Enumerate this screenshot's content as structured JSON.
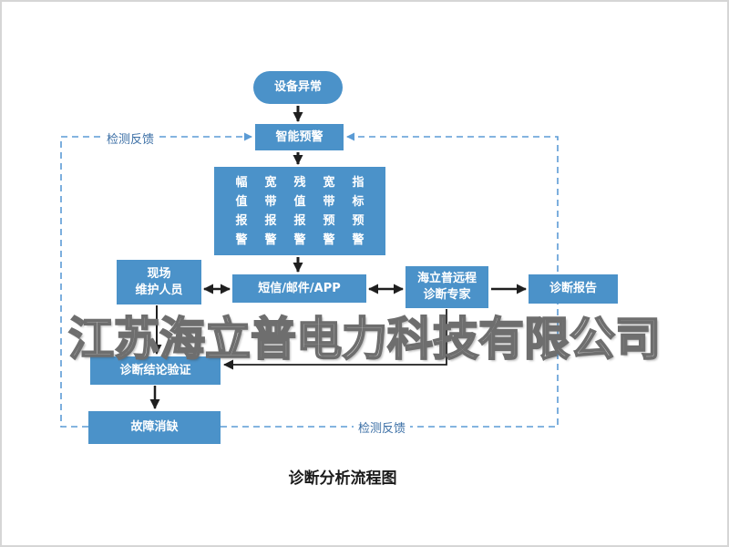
{
  "title": "诊断分析流程图",
  "watermark": "江苏海立普电力科技有限公司",
  "nodes": {
    "device_abnormal": "设备异常",
    "smart_warning": "智能预警",
    "alarm_types": [
      "幅值报警",
      "宽带报警",
      "残值报警",
      "宽带预警",
      "指标预警"
    ],
    "notification": "短信/邮件/APP",
    "site_staff": {
      "line1": "现场",
      "line2": "维护人员"
    },
    "remote_expert": {
      "line1": "海立普远程",
      "line2": "诊断专家"
    },
    "diagnosis_report": "诊断报告",
    "conclusion_verify": "诊断结论验证",
    "fault_elimination": "故障消缺"
  },
  "feedback": {
    "label": "检测反馈"
  },
  "colors": {
    "node_fill": "#4b92c9",
    "dashed_line": "#5b9bd5",
    "arrow": "#1f1f1f",
    "watermark_outline": "#6e6e6e"
  }
}
